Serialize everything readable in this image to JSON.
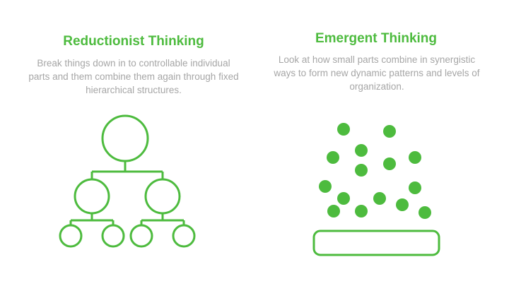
{
  "left": {
    "title": "Reductionist Thinking",
    "description": "Break things down in to controllable individual parts and them combine them again through fixed hierarchical structures."
  },
  "right": {
    "title": "Emergent Thinking",
    "description": "Look at how small parts combine in synergistic ways to form new dynamic patterns and levels of organization."
  },
  "colors": {
    "accent": "#4dbb3e",
    "text": "#a6a6a6",
    "background": "#ffffff"
  }
}
